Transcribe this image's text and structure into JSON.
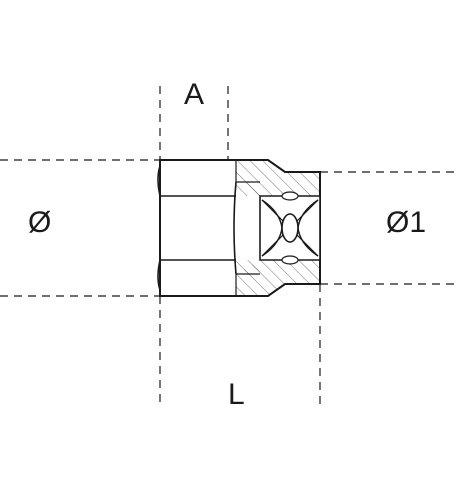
{
  "labels": {
    "a": "A",
    "diameter": "Ø",
    "diameter_1": "Ø1",
    "length": "L"
  },
  "colors": {
    "line": "#1a1a1a",
    "hatch": "#555555",
    "background": "#ffffff"
  }
}
